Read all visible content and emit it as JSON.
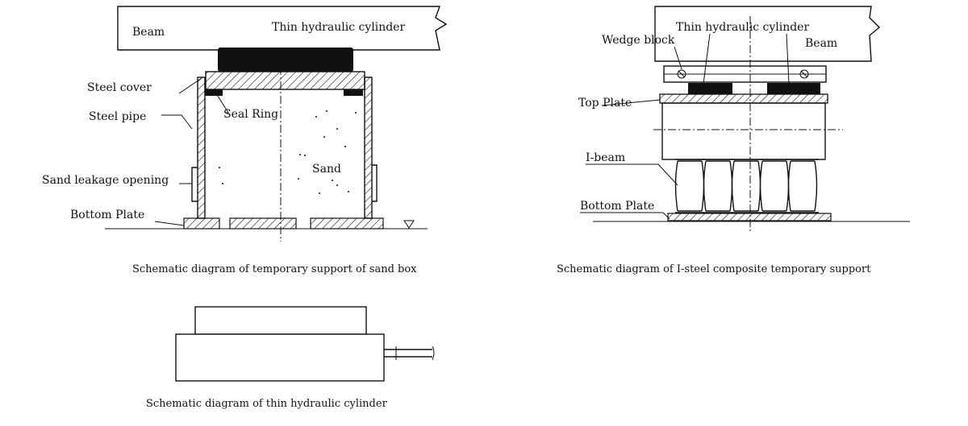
{
  "sandbox": {
    "beam": "Beam",
    "thin_cylinder": "Thin hydraulic cylinder",
    "steel_cover": "Steel cover",
    "steel_pipe": "Steel pipe",
    "seal_ring": "Seal Ring",
    "sand": "Sand",
    "sand_leakage": "Sand leakage opening",
    "bottom_plate": "Bottom Plate",
    "caption": "Schematic diagram of temporary support of sand box"
  },
  "isteel": {
    "wedge_block": "Wedge block",
    "thin_cylinder": "Thin hydraulic  cylinder",
    "beam": "Beam",
    "top_plate": "Top Plate",
    "i_beam": "I-beam",
    "bottom_plate": "Bottom Plate",
    "caption": "Schematic diagram of I-steel composite temporary support"
  },
  "cylinder": {
    "caption": "Schematic diagram of thin hydraulic cylinder"
  }
}
